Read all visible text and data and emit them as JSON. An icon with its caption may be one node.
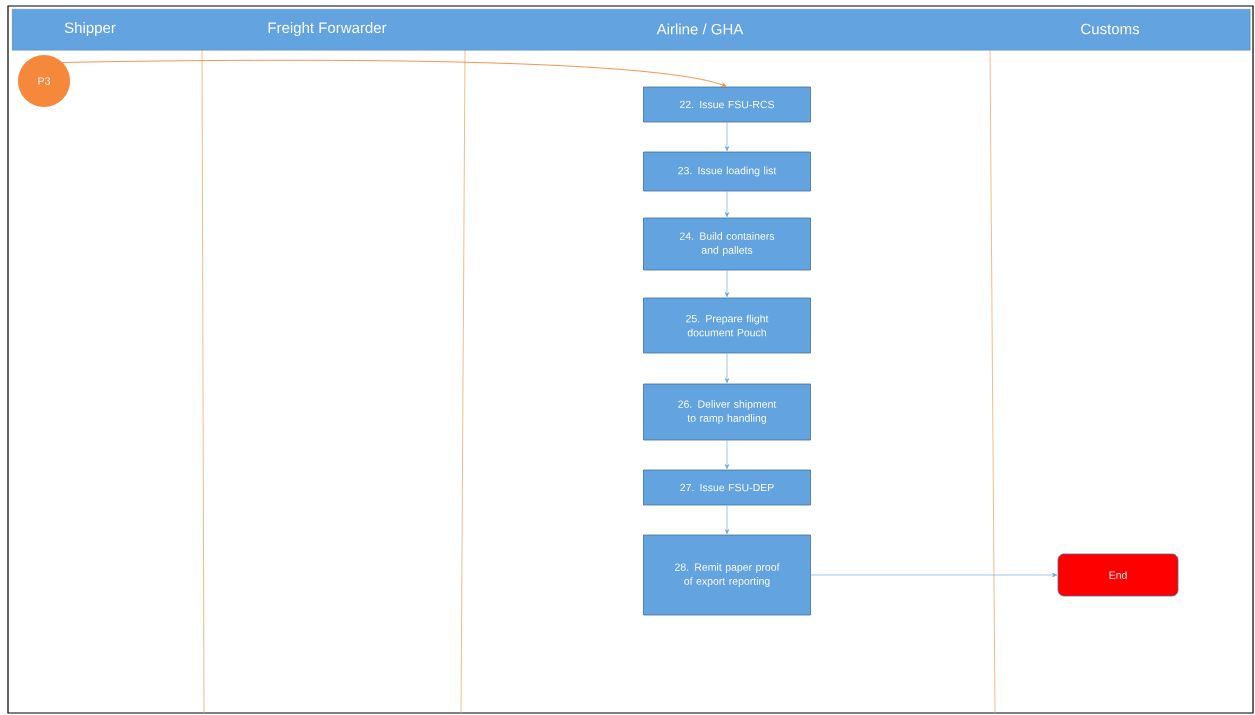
{
  "diagram": {
    "nodes": [
      {
        "text": [
          "Shipper",
          "Freight Forwarder",
          "Airline / GHA",
          "Customs"
        ]
      },
      {
        "text": [
          "P3"
        ]
      },
      {
        "text": [
          "22. Issue FSU-RCS"
        ]
      },
      {
        "text": [
          "23. Issue loading list"
        ]
      },
      {
        "text": [
          "24. Build containers and pallets"
        ]
      },
      {
        "text": [
          "25. Prepare flight document Pouch"
        ]
      },
      {
        "text": [
          "26. Deliver shipment to ramp handling"
        ]
      },
      {
        "text": [
          "27. Issue FSU-DEP"
        ]
      },
      {
        "text": [
          "28. Remit paper proof of export reporting"
        ]
      },
      {
        "text": [
          "End"
        ]
      }
    ],
    "edges": [
      {
        "from": 1,
        "to": 2,
        "arrow": "to",
        "color": "#f5883a"
      },
      {
        "from": 2,
        "to": 3,
        "arrow": "to"
      },
      {
        "from": 3,
        "to": 4,
        "arrow": "to"
      },
      {
        "from": 4,
        "to": 5,
        "arrow": "to"
      },
      {
        "from": 5,
        "to": 6,
        "arrow": "to"
      },
      {
        "from": 6,
        "to": 7,
        "arrow": "to"
      },
      {
        "from": 7,
        "to": 8,
        "arrow": "to"
      },
      {
        "from": 8,
        "to": 9,
        "arrow": "to"
      }
    ]
  }
}
